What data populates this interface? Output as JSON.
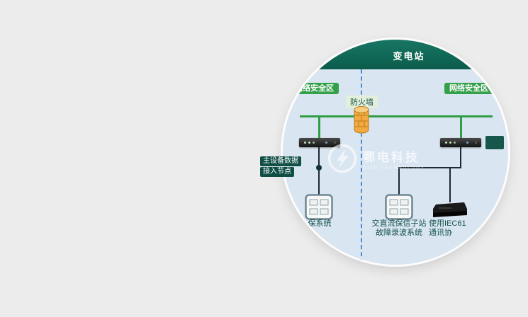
{
  "page": {
    "background_color": "#ececec"
  },
  "magnifier": {
    "header": {
      "title": "变电站"
    },
    "zone_left": {
      "label": "网络安全区"
    },
    "zone_right": {
      "label": "网络安全区"
    },
    "firewall": {
      "label": "防火墙"
    },
    "access_node": {
      "line1": "主设备数据",
      "line2": "接入节点"
    },
    "devices": {
      "left_system": {
        "label": "保系统"
      },
      "middle_system": {
        "line1": "交直流保信子站",
        "line2": "故障录波系统"
      },
      "right_note": {
        "line1": "使用IEC61",
        "line2": "通讯协"
      }
    },
    "watermark": {
      "title": "鄂电科技",
      "subtitle": "DIAN TECHNOLOGY"
    },
    "colors": {
      "header_teal": "#0e6b57",
      "zone_green": "#33a04a",
      "bus_green": "#2f9e44",
      "boundary_blue": "#4a90d9",
      "firewall_orange": "#f2a93f",
      "diagram_bg": "#d9e5f0"
    }
  }
}
